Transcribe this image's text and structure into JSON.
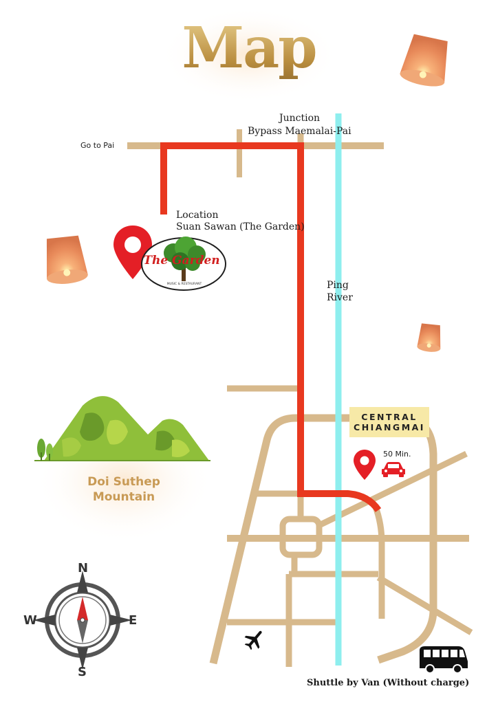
{
  "title": "Map",
  "labels": {
    "junction_line1": "Junction",
    "junction_line2": "Bypass Maemalai-Pai",
    "go_to_pai": "Go to Pai",
    "location_line1": "Location",
    "location_line2": "Suan Sawan (The Garden)",
    "ping_line1": "Ping",
    "ping_line2": "River",
    "central_line1": "CENTRAL",
    "central_line2": "CHIANGMAI",
    "travel_time": "50 Min.",
    "mountain_line1": "Doi Suthep",
    "mountain_line2": "Mountain",
    "shuttle": "Shuttle by Van (Without charge)"
  },
  "logo": {
    "name_text": "The Garden",
    "sub_text": "MUSIC & RESTAURANT"
  },
  "compass": {
    "n": "N",
    "s": "S",
    "e": "E",
    "w": "W"
  },
  "colors": {
    "road": "#d7b98c",
    "route": "#e8381f",
    "river": "#8eeeee",
    "title_gold": "#c9a65a",
    "pin_red": "#e41f26",
    "mountain_green": "#8fbf3a",
    "label_box": "#f7e9a7"
  },
  "icons": [
    "map-pin-icon",
    "car-icon",
    "airplane-icon",
    "van-icon",
    "compass-icon",
    "sky-lantern-icon",
    "mountain-icon",
    "tree-icon"
  ]
}
